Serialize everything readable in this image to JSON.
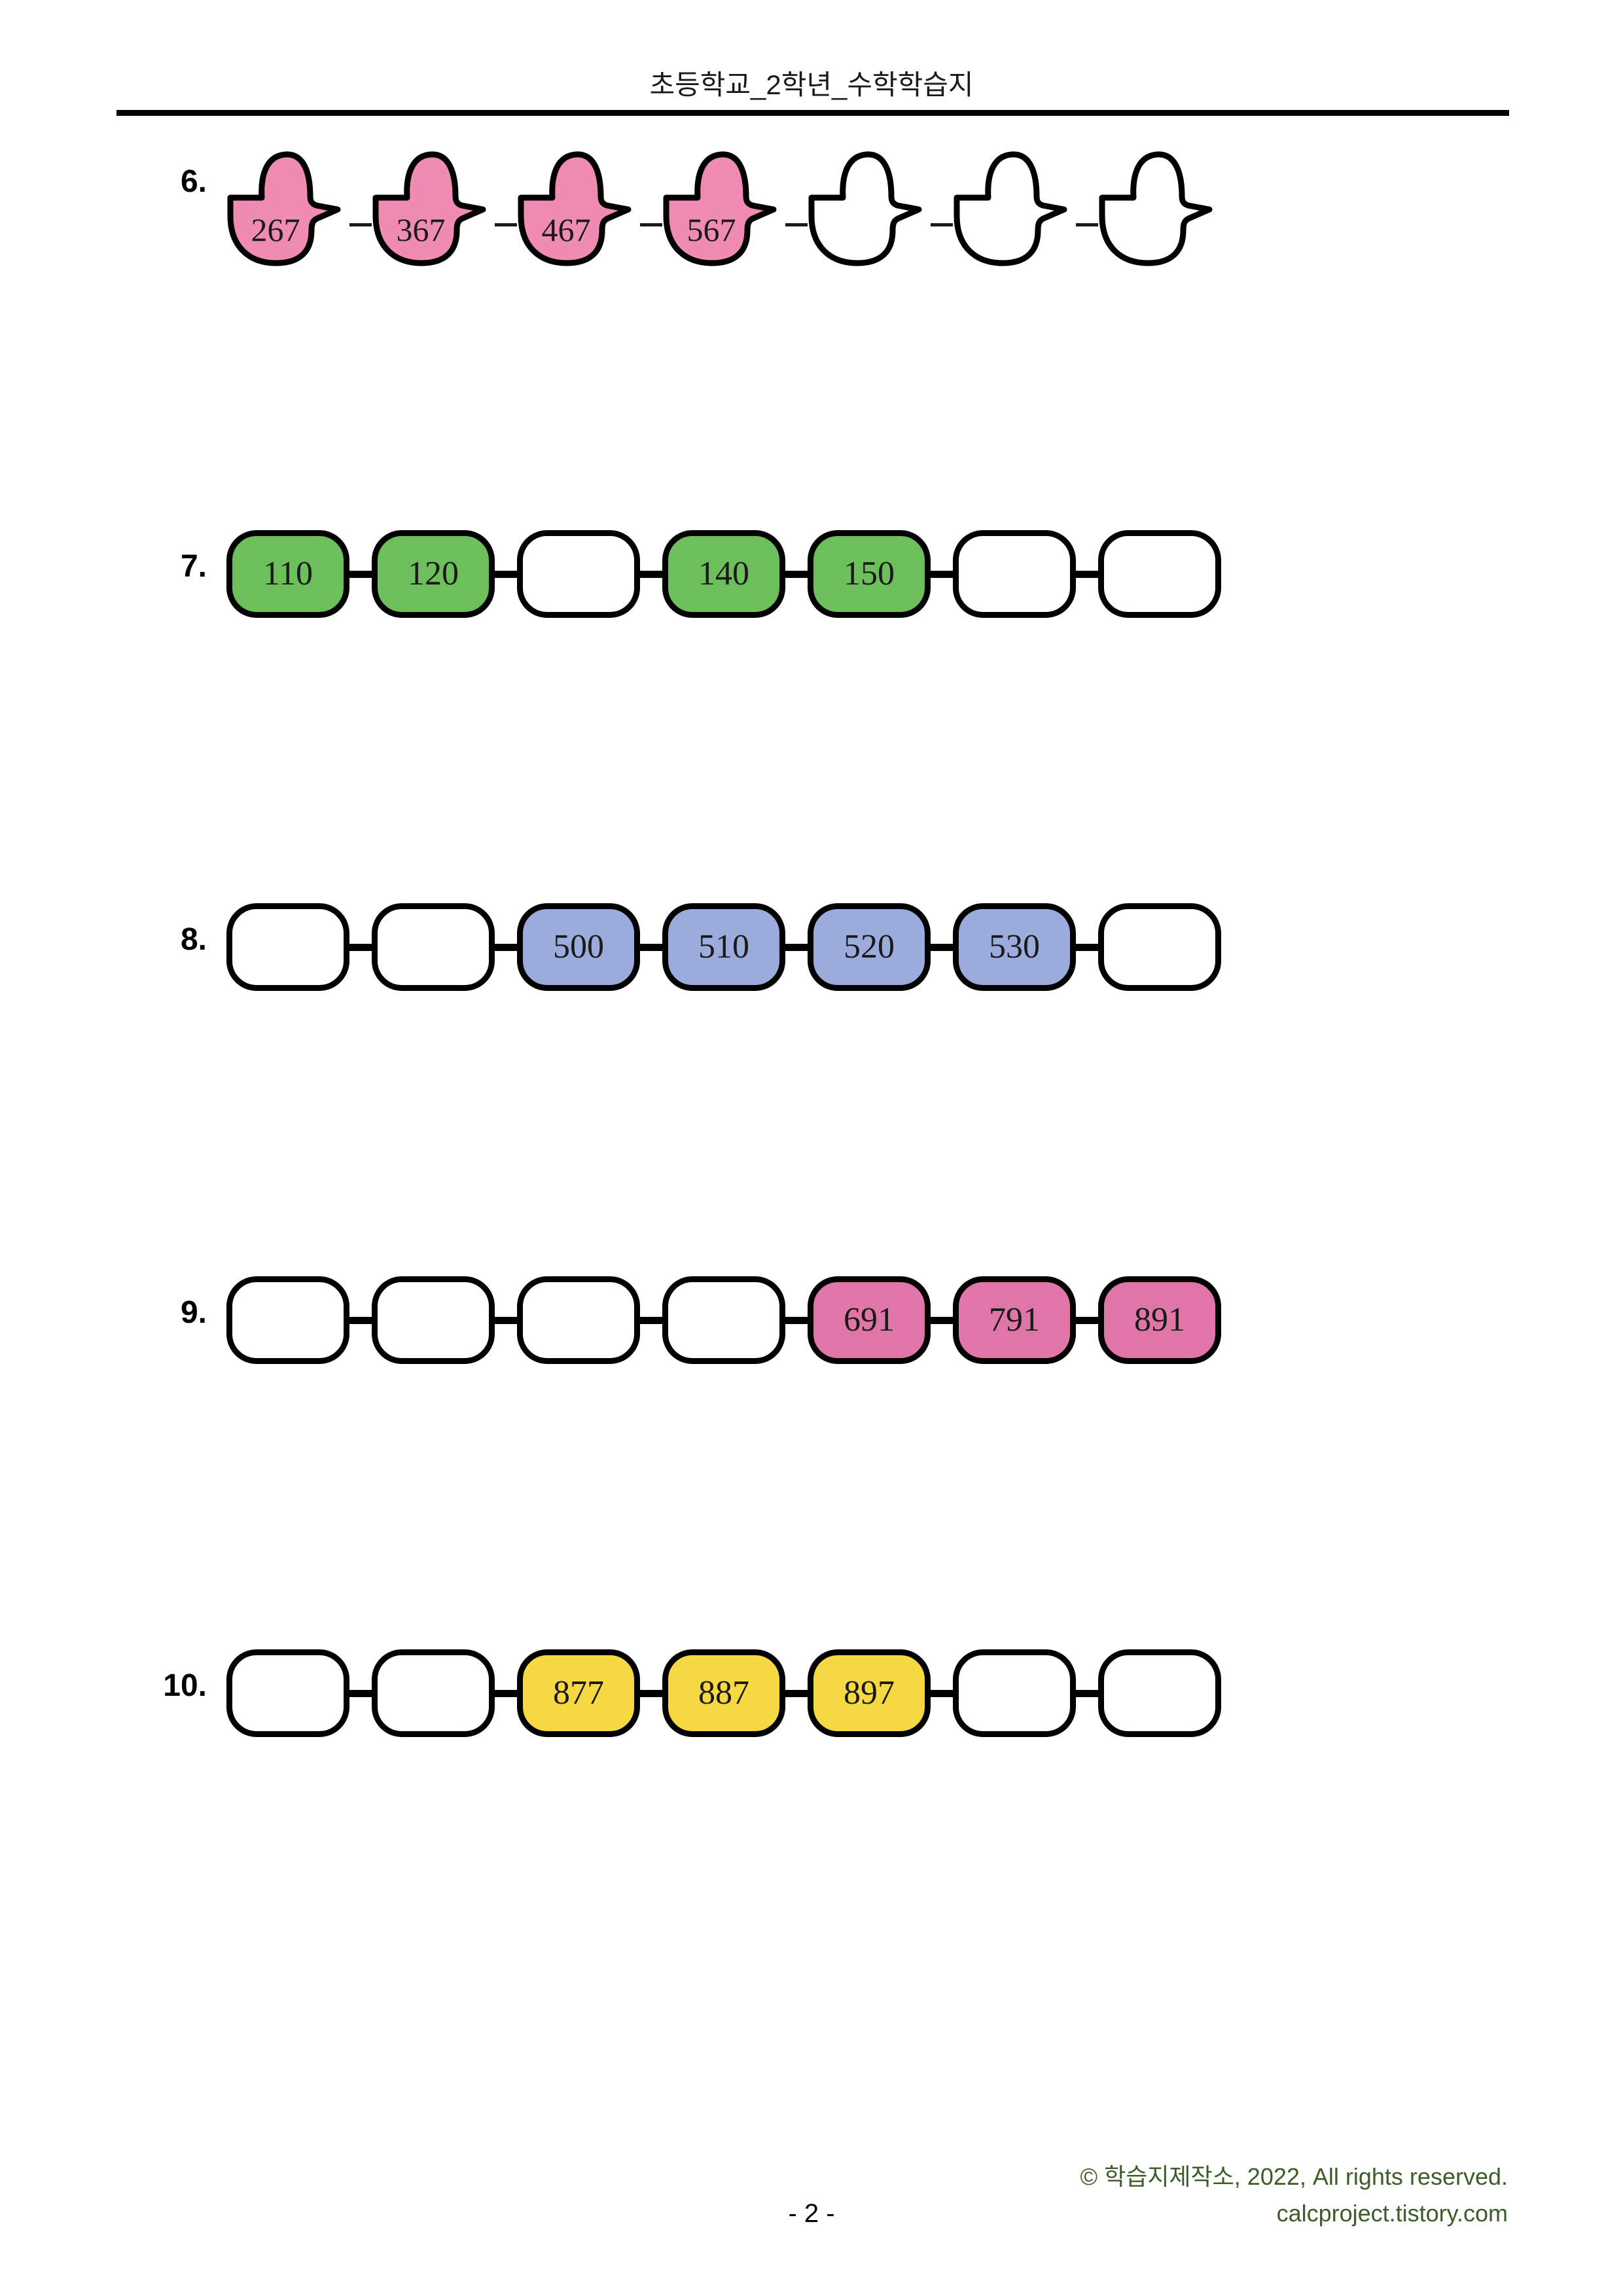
{
  "header": {
    "title": "초등학교_2학년_수학학습지"
  },
  "footer": {
    "page_number": "- 2 -",
    "copyright": "© 학습지제작소, 2022, All rights reserved.",
    "website": "calcproject.tistory.com",
    "text_color": "#3d5c28"
  },
  "colors": {
    "duck_pink": "#F08CB4",
    "green": "#6CBF5B",
    "blue": "#9BACDC",
    "pink": "#E075A8",
    "yellow": "#F5D842",
    "empty": "#FFFFFF",
    "outline": "#000000"
  },
  "problems": [
    {
      "number": "6.",
      "shape": "duck",
      "fill": "#F08CB4",
      "cells": [
        {
          "value": "267",
          "filled": true
        },
        {
          "value": "367",
          "filled": true
        },
        {
          "value": "467",
          "filled": true
        },
        {
          "value": "567",
          "filled": true
        },
        {
          "value": "",
          "filled": false
        },
        {
          "value": "",
          "filled": false
        },
        {
          "value": "",
          "filled": false
        }
      ]
    },
    {
      "number": "7.",
      "shape": "box",
      "fill": "#6CBF5B",
      "cells": [
        {
          "value": "110",
          "filled": true
        },
        {
          "value": "120",
          "filled": true
        },
        {
          "value": "",
          "filled": false
        },
        {
          "value": "140",
          "filled": true
        },
        {
          "value": "150",
          "filled": true
        },
        {
          "value": "",
          "filled": false
        },
        {
          "value": "",
          "filled": false
        }
      ]
    },
    {
      "number": "8.",
      "shape": "box",
      "fill": "#9BACDC",
      "cells": [
        {
          "value": "",
          "filled": false
        },
        {
          "value": "",
          "filled": false
        },
        {
          "value": "500",
          "filled": true
        },
        {
          "value": "510",
          "filled": true
        },
        {
          "value": "520",
          "filled": true
        },
        {
          "value": "530",
          "filled": true
        },
        {
          "value": "",
          "filled": false
        }
      ]
    },
    {
      "number": "9.",
      "shape": "box",
      "fill": "#E075A8",
      "cells": [
        {
          "value": "",
          "filled": false
        },
        {
          "value": "",
          "filled": false
        },
        {
          "value": "",
          "filled": false
        },
        {
          "value": "",
          "filled": false
        },
        {
          "value": "691",
          "filled": true
        },
        {
          "value": "791",
          "filled": true
        },
        {
          "value": "891",
          "filled": true
        }
      ]
    },
    {
      "number": "10.",
      "shape": "box",
      "fill": "#F5D842",
      "cells": [
        {
          "value": "",
          "filled": false
        },
        {
          "value": "",
          "filled": false
        },
        {
          "value": "877",
          "filled": true
        },
        {
          "value": "887",
          "filled": true
        },
        {
          "value": "897",
          "filled": true
        },
        {
          "value": "",
          "filled": false
        },
        {
          "value": "",
          "filled": false
        }
      ]
    }
  ]
}
